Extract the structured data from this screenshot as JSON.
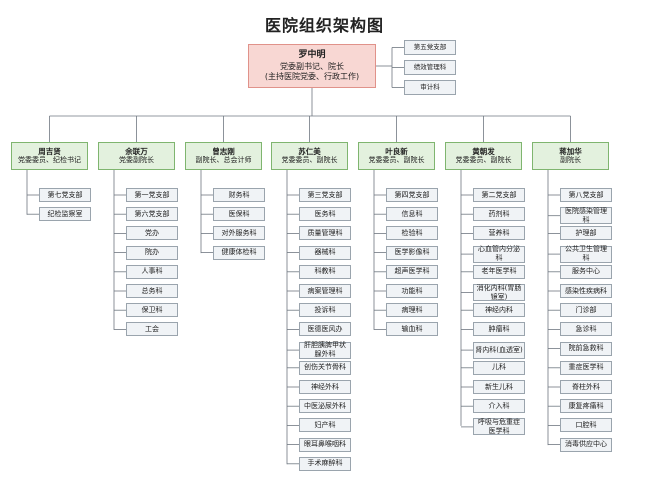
{
  "title": "医院组织架构图",
  "colors": {
    "root_fill": "#f8d7d3",
    "leader_fill": "#e3f1de",
    "dept_fill": "#f0f3f6",
    "line": "#6f7780"
  },
  "root": {
    "name": "罗中明",
    "roles": "党委副书记、院长",
    "note": "(主持医院党委、行政工作)"
  },
  "root_side": [
    "第五党支部",
    "绩效管理科",
    "审计科"
  ],
  "leaders": [
    {
      "name": "周吉贤",
      "role": "党委委员、纪检书记",
      "units": [
        "第七党支部",
        "纪检监察室"
      ]
    },
    {
      "name": "余联万",
      "role": "党委副院长",
      "units": [
        "第一党支部",
        "第六党支部",
        "党办",
        "院办",
        "人事科",
        "总务科",
        "保卫科",
        "工会"
      ]
    },
    {
      "name": "曾志刚",
      "role": "副院长、总会计师",
      "units": [
        "财务科",
        "医保科",
        "对外服务科",
        "健康体检科"
      ]
    },
    {
      "name": "苏仁美",
      "role": "党委委员、副院长",
      "units": [
        "第三党支部",
        "医务科",
        "质量管理科",
        "器械科",
        "科教科",
        "病案管理科",
        "投诉科",
        "医德医风办",
        "肝胆胰脾甲状腺外科",
        "创伤关节骨科",
        "神经外科",
        "中医泌尿外科",
        "妇产科",
        "眼耳鼻喉咽科",
        "手术麻醉科"
      ]
    },
    {
      "name": "叶良新",
      "role": "党委委员、副院长",
      "units": [
        "第四党支部",
        "信息科",
        "检验科",
        "医学影像科",
        "超声医学科",
        "功能科",
        "病理科",
        "输血科"
      ]
    },
    {
      "name": "黄朝发",
      "role": "党委委员、副院长",
      "units": [
        "第二党支部",
        "药剂科",
        "营养科",
        "心血管内分泌科",
        "老年医学科",
        "消化内科(胃肠镜室)",
        "神经内科",
        "肿瘤科",
        "肾内科(血透室)",
        "儿科",
        "新生儿科",
        "介入科",
        "呼吸与危重症医学科"
      ]
    },
    {
      "name": "蒋加华",
      "role": "副院长",
      "units": [
        "第八党支部",
        "医院感染管理科",
        "护理部",
        "公共卫生管理科",
        "服务中心",
        "感染性疾病科",
        "门诊部",
        "急诊科",
        "院前急救科",
        "重症医学科",
        "脊柱外科",
        "康复疼痛科",
        "口腔科",
        "消毒供应中心"
      ]
    }
  ]
}
